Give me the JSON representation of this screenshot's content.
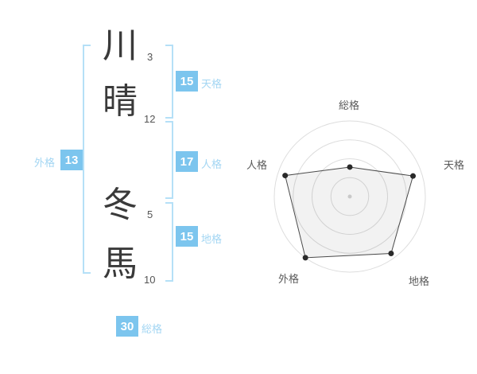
{
  "name_chart": {
    "surname": [
      {
        "char": "川",
        "strokes": "3"
      },
      {
        "char": "晴",
        "strokes": "12"
      }
    ],
    "given": [
      {
        "char": "冬",
        "strokes": "5"
      },
      {
        "char": "馬",
        "strokes": "10"
      }
    ],
    "kaku": {
      "tenkaku": {
        "label": "天格",
        "value": "15"
      },
      "jinkaku": {
        "label": "人格",
        "value": "17"
      },
      "chikaku": {
        "label": "地格",
        "value": "15"
      },
      "gaikaku": {
        "label": "外格",
        "value": "13"
      },
      "soukaku": {
        "label": "総格",
        "value": "30"
      }
    }
  },
  "colors": {
    "accent_box": "#7cc5ee",
    "accent_label": "#a3d6f3",
    "bracket": "#b5e0f7",
    "ring": "#dddddd",
    "polygon_stroke": "#4a4a4a"
  },
  "chart_data": {
    "type": "radar",
    "title": "",
    "axes": [
      "総格",
      "天格",
      "地格",
      "外格",
      "人格"
    ],
    "values_fraction_of_max": [
      0.39,
      0.88,
      0.93,
      1.0,
      0.9
    ],
    "kaku_scores": {
      "総格": 30,
      "天格": 15,
      "地格": 15,
      "外格": 13,
      "人格": 17
    },
    "rings": 4,
    "start_axis": "top",
    "direction": "clockwise",
    "legend": "none",
    "grid": "concentric-circles"
  }
}
